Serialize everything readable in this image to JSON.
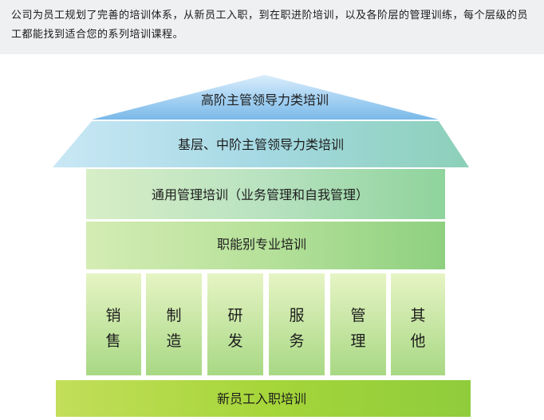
{
  "intro": {
    "text": "公司为员工规划了完善的培训体系，从新员工入职，到在职进阶培训，以及各阶层的管理训练，每个层级的员工都能找到适合您的系列培训课程。"
  },
  "pyramid": {
    "roof_top_label": "高阶主管领导力类培训",
    "roof_middle_label": "基层、中阶主管领导力类培训",
    "general_mgmt_label": "通用管理培训（业务管理和自我管理）",
    "functional_label": "职能别专业培训",
    "pillars": [
      "销售",
      "制造",
      "研发",
      "服务",
      "管理",
      "其他"
    ],
    "foundation_label": "新员工入职培训"
  }
}
